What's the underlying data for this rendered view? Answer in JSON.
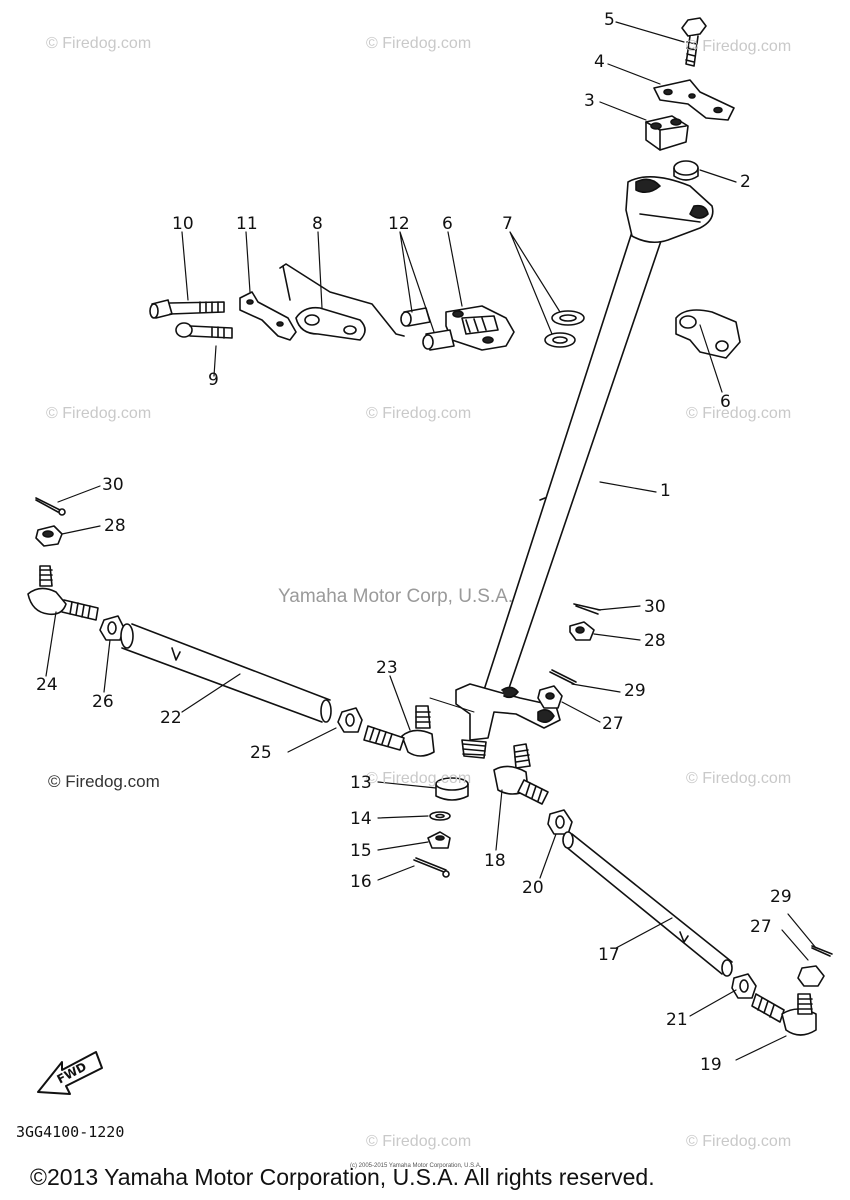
{
  "watermarks": {
    "firedog": "© Firedog.com",
    "center": "Yamaha Motor Corp, U.S.A."
  },
  "parts": {
    "p1": "1",
    "p2": "2",
    "p3": "3",
    "p4": "4",
    "p5": "5",
    "p6": "6",
    "p7": "7",
    "p8": "8",
    "p9": "9",
    "p10": "10",
    "p11": "11",
    "p12": "12",
    "p13": "13",
    "p14": "14",
    "p15": "15",
    "p16": "16",
    "p17": "17",
    "p18": "18",
    "p19": "19",
    "p20": "20",
    "p21": "21",
    "p22": "22",
    "p23": "23",
    "p24": "24",
    "p25": "25",
    "p26": "26",
    "p27": "27",
    "p28": "28",
    "p29": "29",
    "p30": "30"
  },
  "fwd_label": "FWD",
  "diagram_code": "3GG4100-1220",
  "tiny_notice": "(c) 2005-2015 Yamaha Motor Corporation, U.S.A.",
  "copyright": "©2013 Yamaha Motor Corporation, U.S.A. All rights reserved."
}
